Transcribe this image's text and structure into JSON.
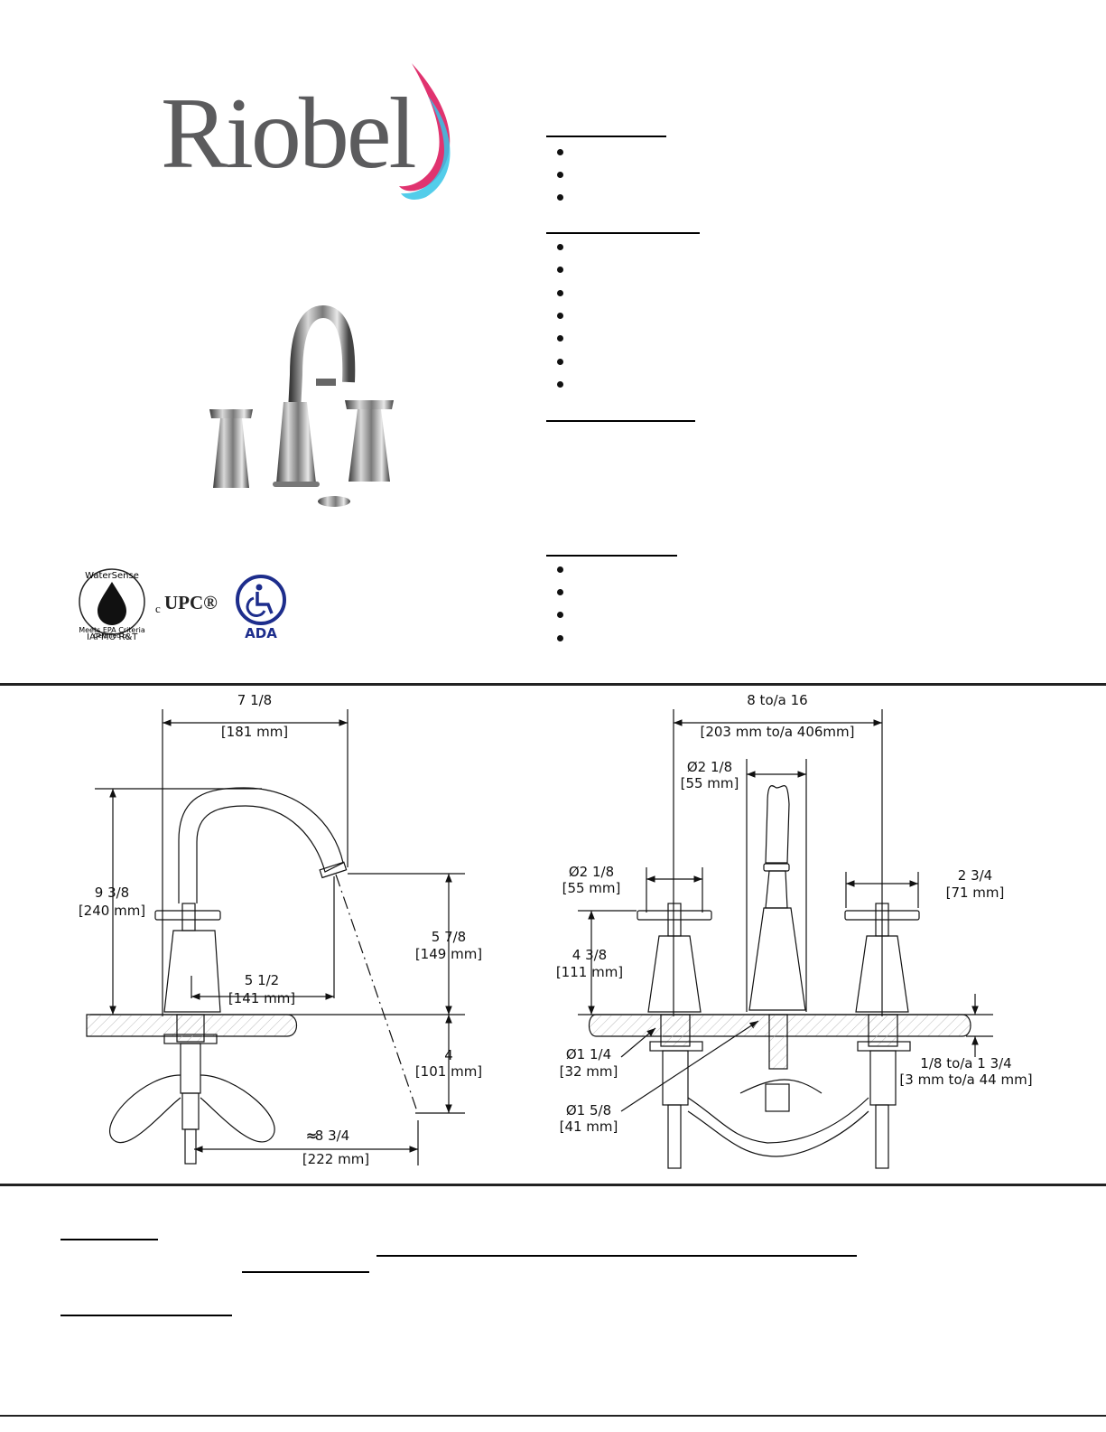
{
  "brand": {
    "name": "Riobel",
    "colors": {
      "text": "#5b5b5d",
      "drop_pink": "#e0336f",
      "drop_cyan": "#35c4e6"
    }
  },
  "certifications": {
    "watersense_top": "WaterSense",
    "watersense_ring": "Meets EPA Criteria",
    "watersense_cert": "Certified by",
    "watersense_org": "IAPMO R&T",
    "cupc_prefix": "c",
    "cupc": "UPC®",
    "ada": "ADA"
  },
  "side_view": {
    "spread_width": "7 1/8",
    "spread_width_mm": "[181 mm]",
    "total_height": "9 3/8",
    "total_height_mm": "[240 mm]",
    "spout_height": "5 7/8",
    "spout_height_mm": "[149 mm]",
    "spout_reach": "5 1/2",
    "spout_reach_mm": "[141 mm]",
    "below_deck": "4",
    "below_deck_mm": "[101 mm]",
    "stream_reach_symbol": "≈",
    "stream_reach": "8 3/4",
    "stream_reach_mm": "[222 mm]"
  },
  "front_view": {
    "center_spread": "8 to/a 16",
    "center_spread_mm": "[203 mm to/a 406mm]",
    "spout_diameter": "Ø2 1/8",
    "spout_diameter_mm": "[55 mm]",
    "handle_diameter": "Ø2 1/8",
    "handle_diameter_mm": "[55 mm]",
    "handle_width": "2 3/4",
    "handle_width_mm": "[71 mm]",
    "handle_height": "4 3/8",
    "handle_height_mm": "[111 mm]",
    "shank_diameter": "Ø1 1/4",
    "shank_diameter_mm": "[32 mm]",
    "nut_diameter": "Ø1 5/8",
    "nut_diameter_mm": "[41 mm]",
    "deck_thickness": "1/8 to/a 1 3/4",
    "deck_thickness_mm": "[3 mm to/a 44 mm]"
  }
}
